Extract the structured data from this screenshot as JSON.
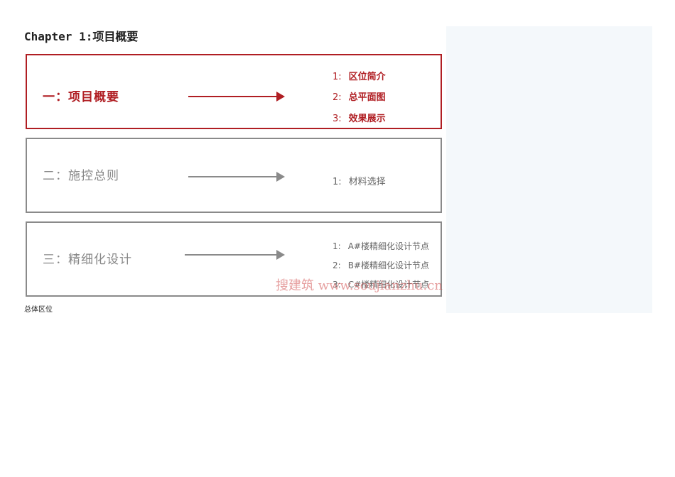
{
  "chapter_title": "Chapter 1:项目概要",
  "sections": [
    {
      "title": "一：项目概要",
      "items": [
        {
          "num": "1:",
          "label": "区位简介"
        },
        {
          "num": "2:",
          "label": "总平面图"
        },
        {
          "num": "3:",
          "label": "效果展示"
        }
      ]
    },
    {
      "title": "二：施控总则",
      "items": [
        {
          "num": "1:",
          "label": "材料选择"
        }
      ]
    },
    {
      "title": "三：精细化设计",
      "items": [
        {
          "num": "1:",
          "label": "A#楼精细化设计节点"
        },
        {
          "num": "2:",
          "label": "B#楼精细化设计节点"
        },
        {
          "num": "3:",
          "label": "C#楼精细化设计节点"
        }
      ]
    }
  ],
  "watermark": "搜建筑 www.soujianzhu.cn",
  "caption": "总体区位",
  "colors": {
    "accent": "#b01e23",
    "inactive": "#8a8a8a",
    "panel": "#f4f8fb"
  }
}
